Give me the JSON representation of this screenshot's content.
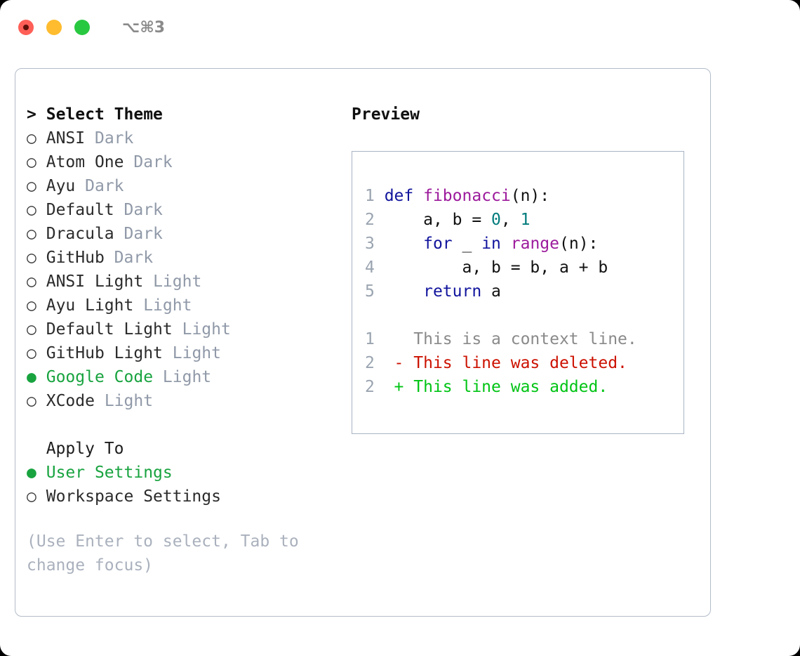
{
  "window": {
    "shortcut": "⌥⌘3",
    "traffic_lights": [
      {
        "name": "close-button",
        "color": "#ff5f57"
      },
      {
        "name": "minimize-button",
        "color": "#febc2e"
      },
      {
        "name": "maximize-button",
        "color": "#28c840"
      }
    ]
  },
  "theme_picker": {
    "prompt": ">",
    "heading": "Select Theme",
    "unselected_marker": "○",
    "selected_marker": "●",
    "accent_color": "#18a33f",
    "variant_color": "#9099a8",
    "items": [
      {
        "name": "ANSI",
        "variant": "Dark",
        "selected": false
      },
      {
        "name": "Atom One",
        "variant": "Dark",
        "selected": false
      },
      {
        "name": "Ayu",
        "variant": "Dark",
        "selected": false
      },
      {
        "name": "Default",
        "variant": "Dark",
        "selected": false
      },
      {
        "name": "Dracula",
        "variant": "Dark",
        "selected": false
      },
      {
        "name": "GitHub",
        "variant": "Dark",
        "selected": false
      },
      {
        "name": "ANSI Light",
        "variant": "Light",
        "selected": false
      },
      {
        "name": "Ayu Light",
        "variant": "Light",
        "selected": false
      },
      {
        "name": "Default Light",
        "variant": "Light",
        "selected": false
      },
      {
        "name": "GitHub Light",
        "variant": "Light",
        "selected": false
      },
      {
        "name": "Google Code",
        "variant": "Light",
        "selected": true
      },
      {
        "name": "XCode",
        "variant": "Light",
        "selected": false
      }
    ]
  },
  "apply_to": {
    "heading": "Apply To",
    "items": [
      {
        "name": "User Settings",
        "selected": true
      },
      {
        "name": "Workspace Settings",
        "selected": false
      }
    ]
  },
  "hint": {
    "line1": "(Use Enter to select, Tab to",
    "line2": "change focus)"
  },
  "preview": {
    "title": "Preview",
    "code_lines": [
      {
        "n": "1",
        "tokens": [
          {
            "t": "def",
            "c": "kw"
          },
          {
            "t": " ",
            "c": "pl"
          },
          {
            "t": "fibonacci",
            "c": "fn"
          },
          {
            "t": "(n):",
            "c": "pl"
          }
        ]
      },
      {
        "n": "2",
        "tokens": [
          {
            "t": "    a, b = ",
            "c": "pl"
          },
          {
            "t": "0",
            "c": "num"
          },
          {
            "t": ", ",
            "c": "pl"
          },
          {
            "t": "1",
            "c": "num"
          }
        ]
      },
      {
        "n": "3",
        "tokens": [
          {
            "t": "    ",
            "c": "pl"
          },
          {
            "t": "for",
            "c": "kw"
          },
          {
            "t": " _ ",
            "c": "pl"
          },
          {
            "t": "in",
            "c": "kw"
          },
          {
            "t": " ",
            "c": "pl"
          },
          {
            "t": "range",
            "c": "fn"
          },
          {
            "t": "(n):",
            "c": "pl"
          }
        ]
      },
      {
        "n": "4",
        "tokens": [
          {
            "t": "        a, b = b, a + b",
            "c": "pl"
          }
        ]
      },
      {
        "n": "5",
        "tokens": [
          {
            "t": "    ",
            "c": "pl"
          },
          {
            "t": "return",
            "c": "kw"
          },
          {
            "t": " a",
            "c": "pl"
          }
        ]
      }
    ],
    "diff_lines": [
      {
        "n": "1",
        "marker": " ",
        "text": "This is a context line.",
        "kind": "d-ctx"
      },
      {
        "n": "2",
        "marker": "-",
        "text": "This line was deleted.",
        "kind": "d-del"
      },
      {
        "n": "2",
        "marker": "+",
        "text": "This line was added.",
        "kind": "d-add"
      }
    ]
  }
}
